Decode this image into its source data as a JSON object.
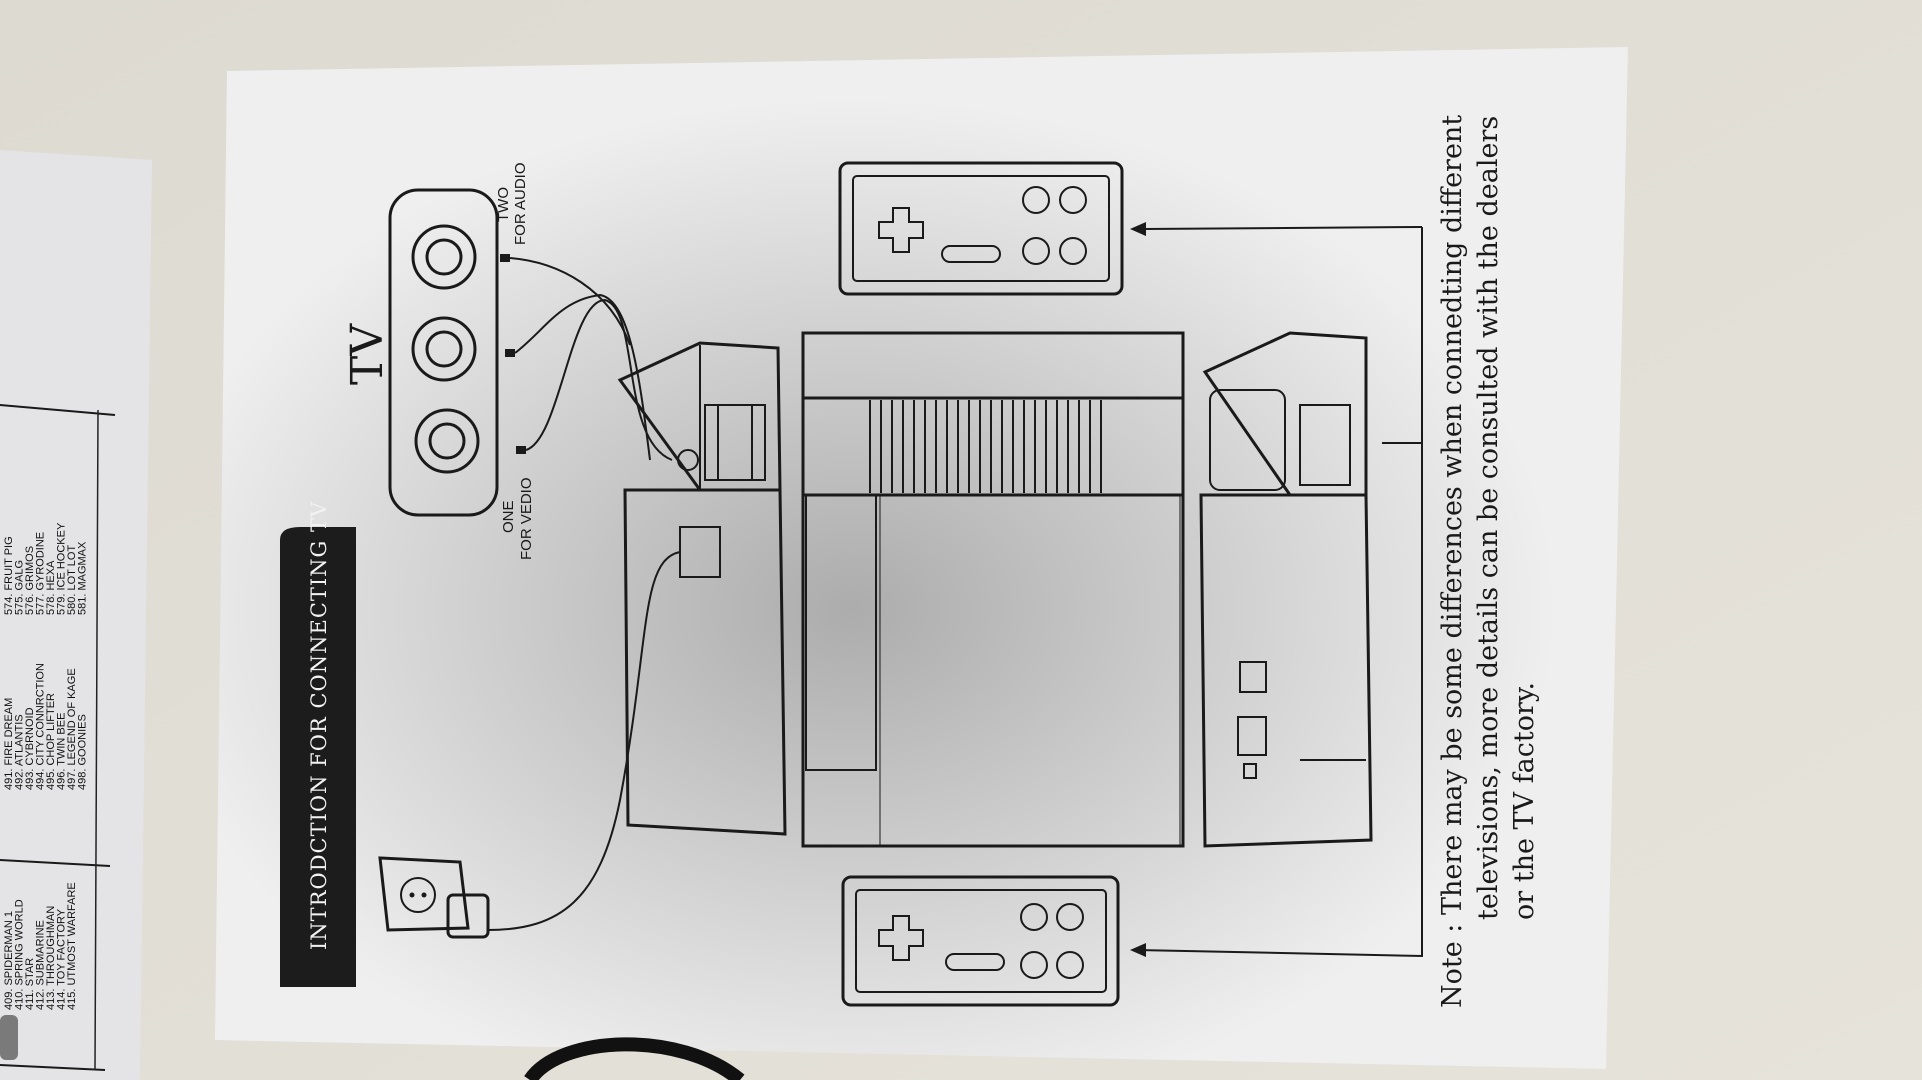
{
  "manual": {
    "title": "INTRODCTION FOR CONNECTING TV",
    "tv_label": "TV",
    "audio_label_1": "TWO",
    "audio_label_2": "FOR AUDIO",
    "video_label_1": "ONE",
    "video_label_2": "FOR VEDIO",
    "note_lines": [
      "Note : There may be some differences when connedting different",
      "televisions, more details can be consulted with the dealers",
      "or the TV factory."
    ]
  },
  "game_list": {
    "column_a": [
      "409. SPIDERMAN 1",
      "410. SPRING WORLD",
      "411. STAR",
      "412. SUBMARINE",
      "413. THROUGHMAN",
      "414. TOY FACTORY",
      "415. UTMOST WARFARE"
    ],
    "column_b": [
      "491. FIRE DREAM",
      "492. ATLANTIS",
      "493. CYBRNOID",
      "494. CITY CONNRCTION",
      "495. CHOP LIFTER",
      "496. TWIN BEE",
      "497. LEGEND OF KAGE",
      "498. GOONIES"
    ],
    "column_c": [
      "574. FRUIT PIG",
      "575. GALG",
      "576. GRIMOS",
      "577. GYRODINE",
      "578. HEXA",
      "579. ICE HOCKEY",
      "580. LOT LOT",
      "581. MAGMAX"
    ]
  }
}
